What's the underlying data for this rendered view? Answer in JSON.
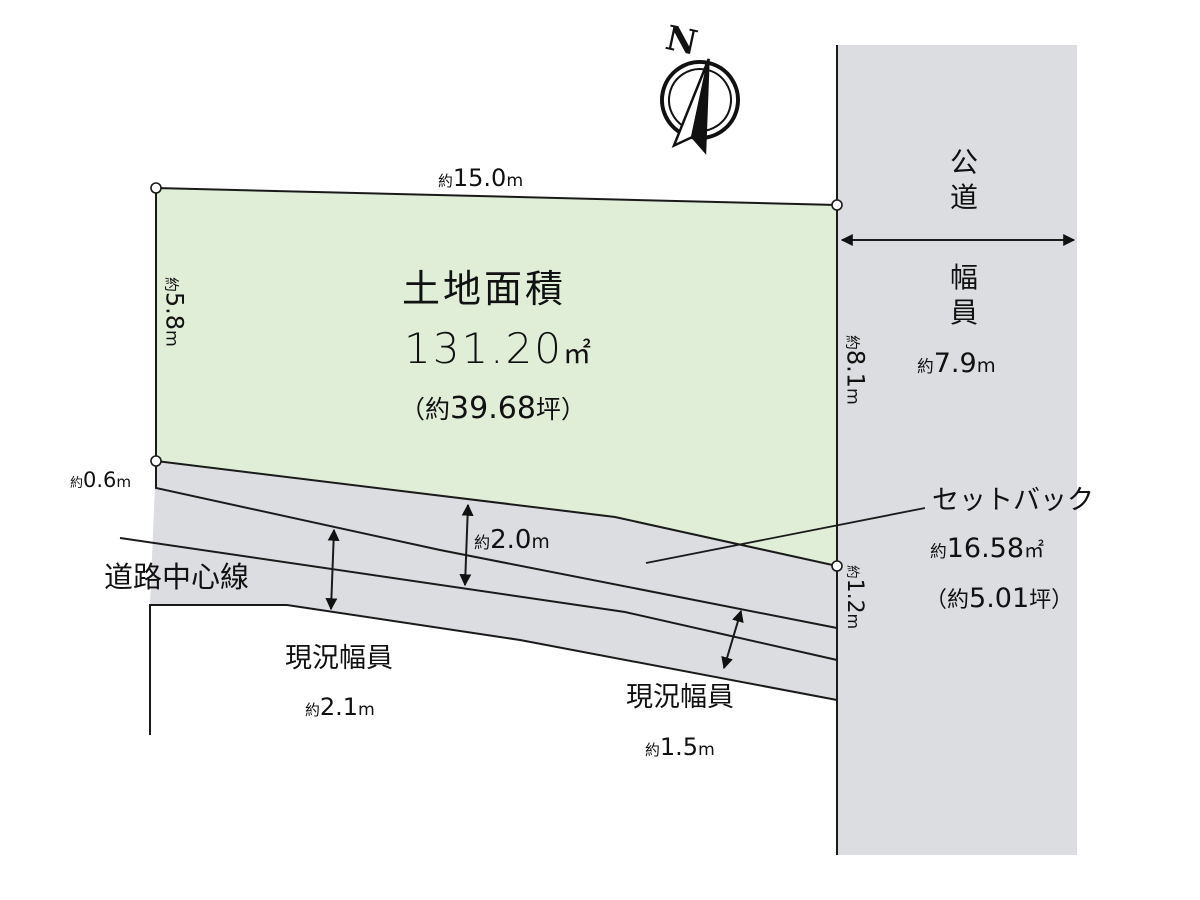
{
  "compass": {
    "label": "N",
    "icon": "north-arrow-icon"
  },
  "lot": {
    "title": "土地面積",
    "area_sqm": "131.20",
    "area_unit": "㎡",
    "area_tsubo_prefix": "（約",
    "area_tsubo": "39.68",
    "area_tsubo_suffix": "坪）",
    "fill": "#e0eed8",
    "edges": {
      "top": {
        "prefix": "約",
        "value": "15.0",
        "unit": "m"
      },
      "left": {
        "prefix": "約",
        "value": "5.8",
        "unit": "m"
      },
      "right": {
        "prefix": "約",
        "value": "8.1",
        "unit": "m"
      },
      "left_setback": {
        "prefix": "約",
        "value": "0.6",
        "unit": "m"
      },
      "right_setback": {
        "prefix": "約",
        "value": "1.2",
        "unit": "m"
      }
    }
  },
  "public_road": {
    "label_line1": "公",
    "label_line2": "道",
    "width_label_line1": "幅",
    "width_label_line2": "員",
    "width_prefix": "約",
    "width_value": "7.9",
    "width_unit": "m",
    "fill": "#dcdde0"
  },
  "setback": {
    "label": "セットバック",
    "area_prefix": "約",
    "area_value": "16.58",
    "area_unit": "㎡",
    "tsubo_prefix": "（約",
    "tsubo_value": "5.01",
    "tsubo_suffix": "坪）",
    "depth_prefix": "約",
    "depth_value": "2.0",
    "depth_unit": "m"
  },
  "side_road": {
    "centerline_label": "道路中心線",
    "current_width_left": {
      "label": "現況幅員",
      "prefix": "約",
      "value": "2.1",
      "unit": "m"
    },
    "current_width_right": {
      "label": "現況幅員",
      "prefix": "約",
      "value": "1.5",
      "unit": "m"
    }
  }
}
